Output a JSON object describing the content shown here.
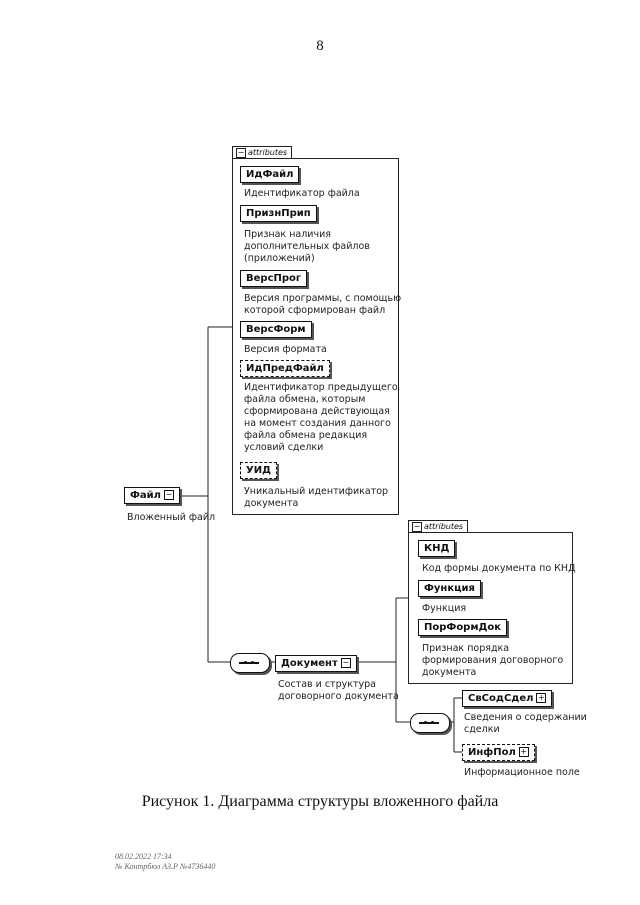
{
  "page_number": "8",
  "root": {
    "name": "Файл",
    "desc": "Вложенный файл"
  },
  "file_attrs": {
    "tab": "attributes",
    "items": [
      {
        "name": "ИдФайл",
        "desc": [
          "Идентификатор файла"
        ]
      },
      {
        "name": "ПризнПрип",
        "desc": [
          "Признак наличия",
          "дополнительных файлов",
          "(приложений)"
        ]
      },
      {
        "name": "ВерсПрог",
        "desc": [
          "Версия программы, с помощью",
          "которой сформирован файл"
        ]
      },
      {
        "name": "ВерсФорм",
        "desc": [
          "Версия формата"
        ]
      },
      {
        "name": "ИдПредФайл",
        "desc": [
          "Идентификатор предыдущего",
          "файла обмена, которым",
          "сформирована действующая",
          "на момент создания данного",
          "файла обмена редакция",
          "условий сделки"
        ]
      },
      {
        "name": "УИД",
        "desc": [
          "Уникальный идентификатор",
          "документа"
        ]
      }
    ]
  },
  "document": {
    "name": "Документ",
    "desc": [
      "Состав и структура",
      "договорного документа"
    ]
  },
  "doc_attrs": {
    "tab": "attributes",
    "items": [
      {
        "name": "КНД",
        "desc": [
          "Код формы документа по КНД"
        ]
      },
      {
        "name": "Функция",
        "desc": [
          "Функция"
        ]
      },
      {
        "name": "ПорФормДок",
        "desc": [
          "Признак порядка",
          "формирования договорного",
          "документа"
        ]
      }
    ]
  },
  "children": [
    {
      "name": "СвСодСдел",
      "desc": [
        "Сведения о содержании",
        "сделки"
      ]
    },
    {
      "name": "ИнфПол",
      "desc": [
        "Информационное поле"
      ]
    }
  ],
  "caption": "Рисунок 1. Диаграмма структуры вложенного файла",
  "stamp": [
    "08.02.2022 17:34",
    "№ Контрбюл АЗ.Р №4736440"
  ]
}
